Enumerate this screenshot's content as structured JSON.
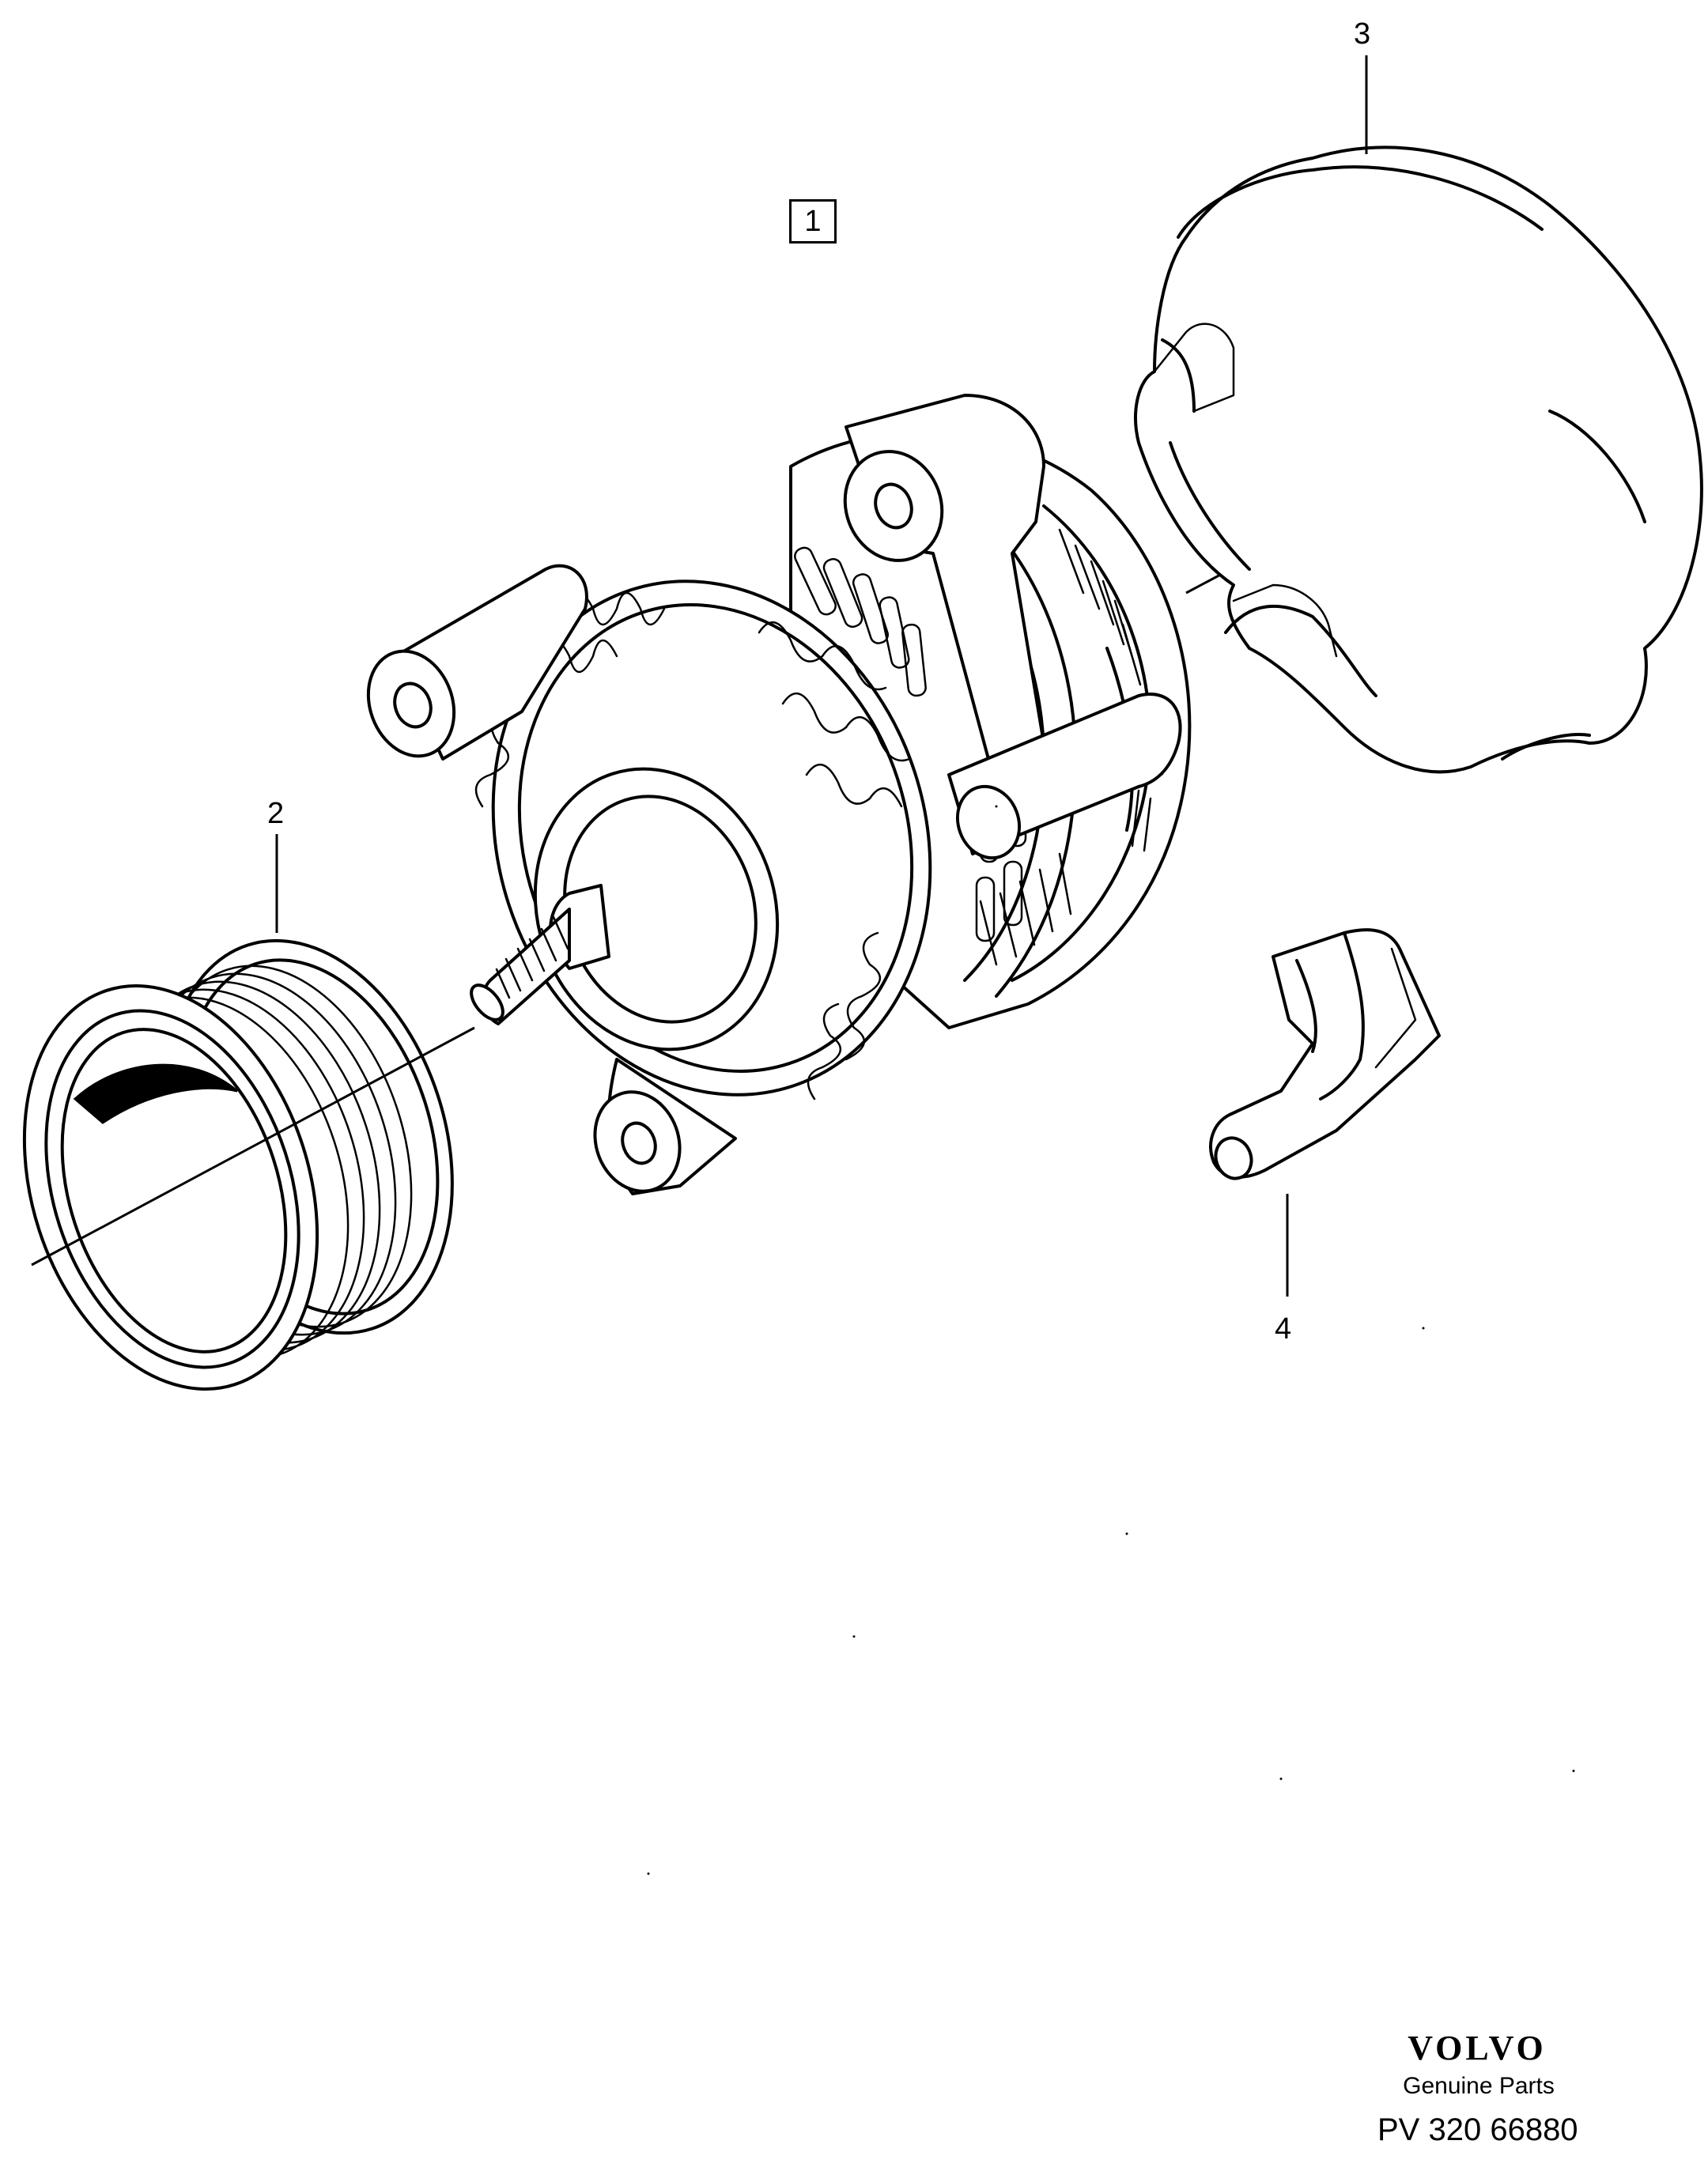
{
  "diagram": {
    "frame_label": "1",
    "callouts": [
      {
        "id": "2",
        "label": "2"
      },
      {
        "id": "3",
        "label": "3"
      },
      {
        "id": "4",
        "label": "4"
      }
    ]
  },
  "footer": {
    "brand_logo_text": "VOLVO",
    "subtitle": "Genuine Parts",
    "code": "PV 320 66880"
  },
  "colors": {
    "line": "#000000",
    "background": "#ffffff"
  }
}
